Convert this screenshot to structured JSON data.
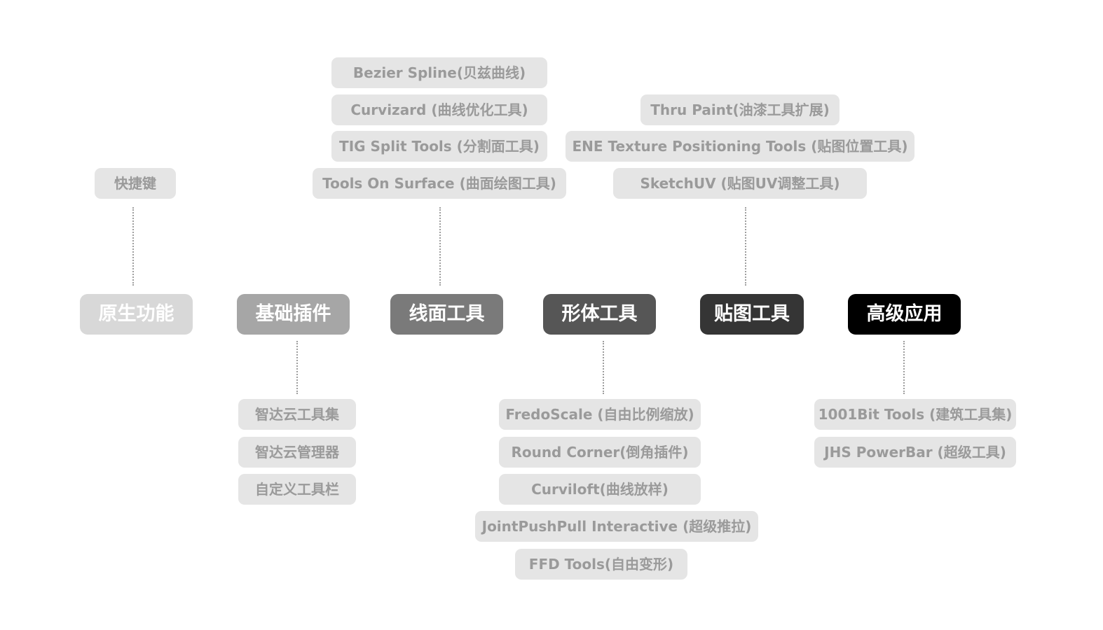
{
  "categories": {
    "native": "原生功能",
    "basic": "基础插件",
    "line_surface": "线面工具",
    "form": "形体工具",
    "texture": "贴图工具",
    "advanced": "高级应用"
  },
  "native_items": [
    "快捷键"
  ],
  "basic_items": [
    "智达云工具集",
    "智达云管理器",
    "自定义工具栏"
  ],
  "line_surface_items": [
    "Bezier Spline(贝兹曲线)",
    "Curvizard (曲线优化工具)",
    "TIG Split Tools (分割面工具)",
    "Tools On Surface (曲面绘图工具)"
  ],
  "form_items": [
    "FredoScale (自由比例缩放)",
    "Round Corner(倒角插件)",
    "Curviloft(曲线放样)",
    "JointPushPull Interactive (超级推拉)",
    "FFD Tools(自由变形)"
  ],
  "texture_items": [
    "Thru Paint(油漆工具扩展)",
    "ENE Texture Positioning Tools (贴图位置工具)",
    "SketchUV (贴图UV调整工具)"
  ],
  "advanced_items": [
    "1001Bit Tools (建筑工具集)",
    "JHS PowerBar (超级工具)"
  ],
  "colors": {
    "chip_bg": "#e5e5e5",
    "chip_text": "#9a9a9a",
    "native_bg": "#d8d8d8",
    "basic_bg": "#a6a6a6",
    "line_surface_bg": "#7a7a7a",
    "form_bg": "#565656",
    "texture_bg": "#353535",
    "advanced_bg": "#000000"
  }
}
